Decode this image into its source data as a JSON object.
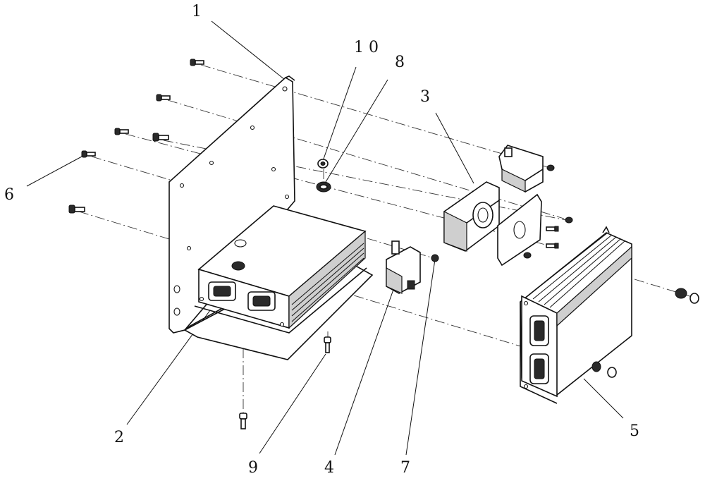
{
  "callouts": [
    {
      "id": "1",
      "text": "1"
    },
    {
      "id": "10",
      "text": "1 0"
    },
    {
      "id": "8",
      "text": "8"
    },
    {
      "id": "3",
      "text": "3"
    },
    {
      "id": "6",
      "text": "6"
    },
    {
      "id": "2",
      "text": "2"
    },
    {
      "id": "9",
      "text": "9"
    },
    {
      "id": "4",
      "text": "4"
    },
    {
      "id": "7",
      "text": "7"
    },
    {
      "id": "5",
      "text": "5"
    }
  ]
}
